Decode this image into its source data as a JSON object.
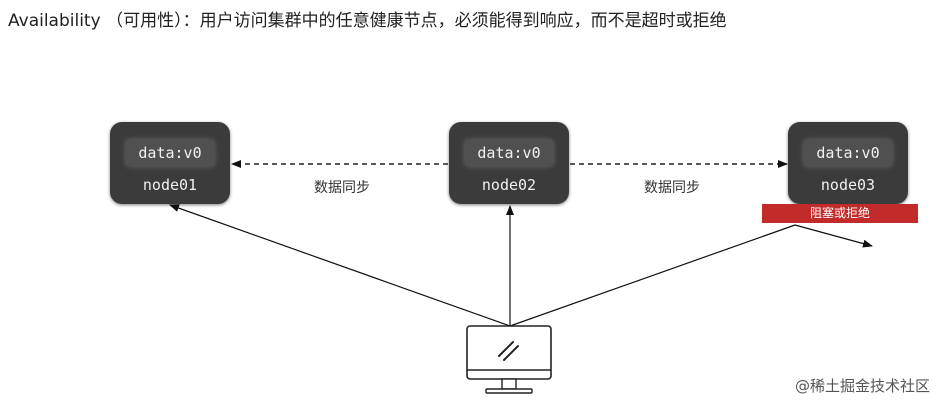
{
  "title": "Availability （可用性）：用户访问集群中的任意健康节点，必须能得到响应，而不是超时或拒绝",
  "nodes": [
    {
      "data": "data:v0",
      "name": "node01"
    },
    {
      "data": "data:v0",
      "name": "node02"
    },
    {
      "data": "data:v0",
      "name": "node03"
    }
  ],
  "sync_labels": [
    "数据同步",
    "数据同步"
  ],
  "blocked_label": "阻塞或拒绝",
  "watermark": "@稀土掘金技术社区",
  "colors": {
    "node_bg": "#3b3b3b",
    "blocked_bg": "#c32b2b"
  },
  "icons": {
    "client": "monitor-icon"
  }
}
